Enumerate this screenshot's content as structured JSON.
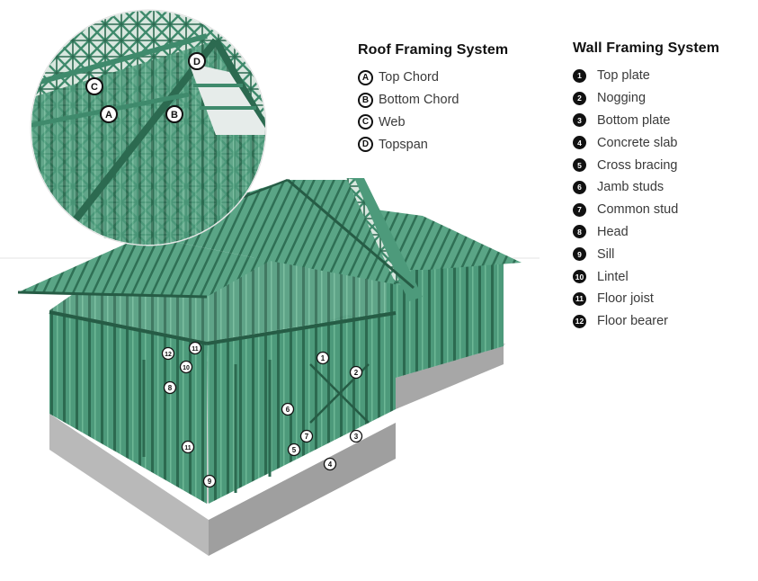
{
  "roof_legend": {
    "title": "Roof Framing System",
    "items": [
      {
        "key": "A",
        "label": "Top Chord"
      },
      {
        "key": "B",
        "label": "Bottom Chord"
      },
      {
        "key": "C",
        "label": "Web"
      },
      {
        "key": "D",
        "label": "Topspan"
      }
    ]
  },
  "wall_legend": {
    "title": "Wall Framing System",
    "items": [
      {
        "key": "1",
        "label": "Top plate"
      },
      {
        "key": "2",
        "label": "Nogging"
      },
      {
        "key": "3",
        "label": "Bottom plate"
      },
      {
        "key": "4",
        "label": "Concrete slab"
      },
      {
        "key": "5",
        "label": "Cross bracing"
      },
      {
        "key": "6",
        "label": "Jamb studs"
      },
      {
        "key": "7",
        "label": "Common stud"
      },
      {
        "key": "8",
        "label": "Head"
      },
      {
        "key": "9",
        "label": "Sill"
      },
      {
        "key": "10",
        "label": "Lintel"
      },
      {
        "key": "11",
        "label": "Floor joist"
      },
      {
        "key": "12",
        "label": "Floor bearer"
      }
    ]
  },
  "detail_markers": [
    "A",
    "B",
    "C",
    "D"
  ],
  "diagram_markers": [
    "1",
    "2",
    "3",
    "4",
    "5",
    "6",
    "7",
    "8",
    "9",
    "10",
    "11",
    "12",
    "11"
  ],
  "colors": {
    "frame": "#3f8a6c",
    "frame_dark": "#2c6a50",
    "slab": "#c9c9c9",
    "slab_side": "#a8a8a8",
    "marker_bg": "#ffffff",
    "marker_fg": "#111111"
  }
}
